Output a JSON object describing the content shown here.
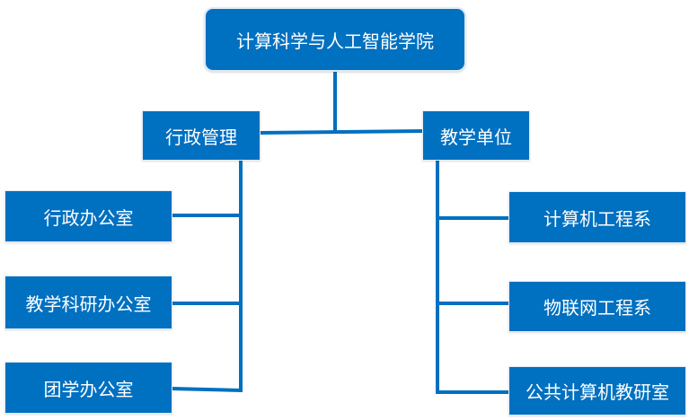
{
  "org": {
    "root": {
      "label": "计算科学与人工智能学院"
    },
    "left": {
      "label": "行政管理",
      "children": [
        "行政办公室",
        "教学科研办公室",
        "团学办公室"
      ]
    },
    "right": {
      "label": "教学单位",
      "children": [
        "计算机工程系",
        "物联网工程系",
        "公共计算机教研室"
      ]
    }
  },
  "colors": {
    "node_fill": "#0070c0",
    "connector": "#0070c0",
    "text": "#ffffff"
  }
}
